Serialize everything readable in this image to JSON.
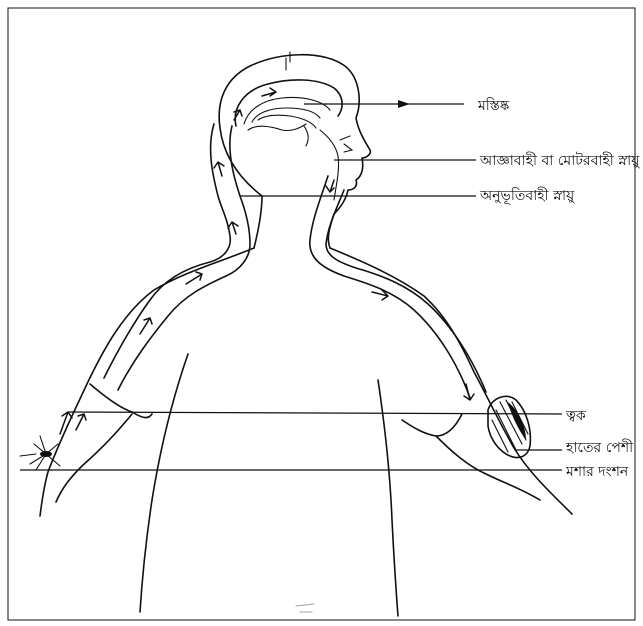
{
  "labels": {
    "brain": "মস্তিষ্ক",
    "motor_nerve": "আজ্ঞাবাহী বা মোটরবাহী স্নায়ু",
    "sensory_nerve": "অনুভূতিবাহী স্নায়ু",
    "skin": "ত্বক",
    "hand_muscle": "হাতের পেশী",
    "mosquito_bite": "মশার দংশন"
  },
  "colors": {
    "ink": "#111111",
    "background": "#ffffff"
  }
}
